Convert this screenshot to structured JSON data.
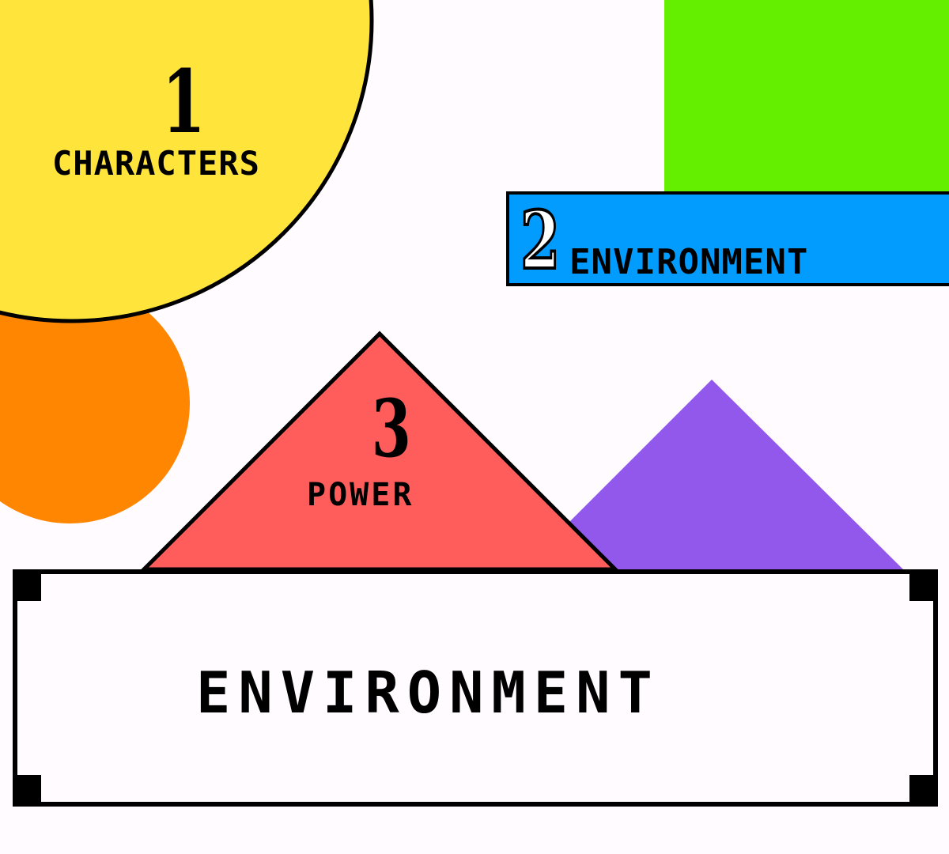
{
  "scene": {
    "circle_characters": {
      "number": "1",
      "label": "CHARACTERS",
      "color": "#ffe43c"
    },
    "small_circle": {
      "color": "#ff8600"
    },
    "green_block": {
      "color": "#64ee00"
    },
    "environment_banner": {
      "number": "2",
      "label": "ENVIRONMENT",
      "color": "#029cff"
    },
    "triangle_power": {
      "number": "3",
      "label": "POWER",
      "color": "#ff5c5c"
    },
    "purple_triangle": {
      "color": "#9158eb"
    }
  },
  "dialog": {
    "text": "ENVIRONMENT"
  }
}
